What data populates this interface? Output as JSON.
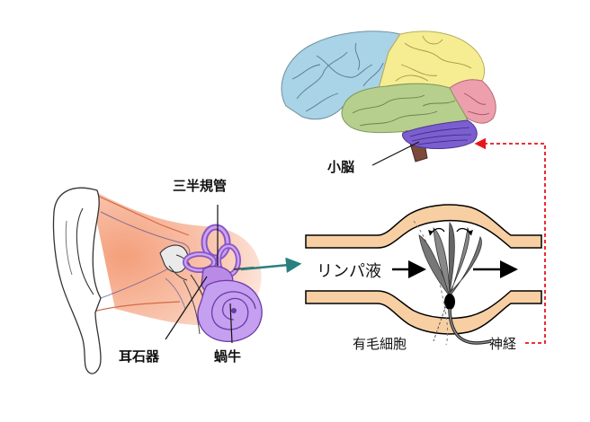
{
  "labels": {
    "cerebellum": "小脳",
    "semicircular_canals": "三半規管",
    "otolith_organ": "耳石器",
    "cochlea": "蝸牛",
    "lymph_fluid": "リンパ液",
    "hair_cell": "有毛細胞",
    "nerve": "神経"
  },
  "colors": {
    "frontal_lobe": "#a9d3e6",
    "parietal_lobe": "#f6ed92",
    "occipital_lobe": "#ee9fae",
    "temporal_lobe": "#b7cf8c",
    "cerebellum": "#7b5fd0",
    "brainstem": "#7a4a3a",
    "inner_ear": "#b98be6",
    "skin": "#f8b79b",
    "canal_wall": "#f7cfa2",
    "nerve_pathway": "#e8141c",
    "link_arrow": "#2a8080"
  }
}
